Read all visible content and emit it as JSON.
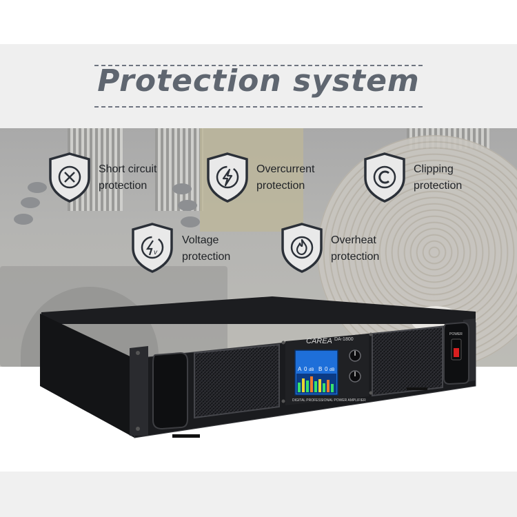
{
  "header": {
    "title": "Protection system"
  },
  "features": [
    {
      "icon": "short-circuit-icon",
      "line1": "Short circuit",
      "line2": "protection"
    },
    {
      "icon": "overcurrent-icon",
      "line1": "Overcurrent",
      "line2": "protection"
    },
    {
      "icon": "clipping-icon",
      "line1": "Clipping",
      "line2": "protection"
    },
    {
      "icon": "voltage-icon",
      "line1": "Voltage",
      "line2": "protection"
    },
    {
      "icon": "overheat-icon",
      "line1": "Overheat",
      "line2": "protection"
    }
  ],
  "amplifier": {
    "brand": "CAREA",
    "model": "DA-1800",
    "subtitle": "DIGITAL PROFESSIONAL POWER AMPLIFIER",
    "power_label": "POWER",
    "screen_a_label": "A",
    "screen_b_label": "B",
    "screen_db": "dB",
    "screen_a_value": "0",
    "screen_b_value": "0"
  },
  "colors": {
    "title": "#5f6670",
    "icon_dark": "#2b3038",
    "screen_blue": "#1e6fd9"
  }
}
